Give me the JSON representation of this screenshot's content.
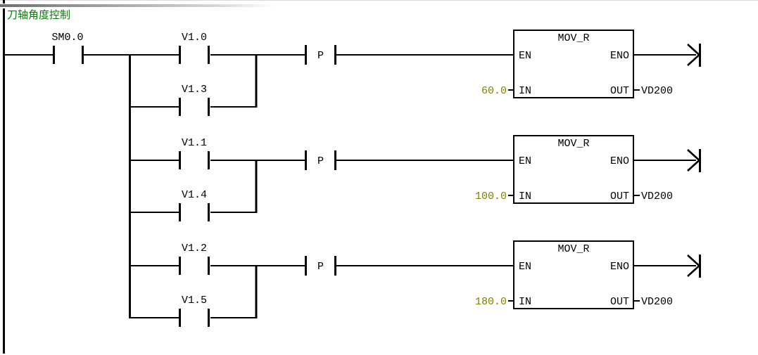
{
  "network": {
    "comment": "刀轴角度控制"
  },
  "ladder": {
    "master_contact": {
      "label": "SM0.0"
    },
    "branches": [
      {
        "top_contact": "V1.0",
        "bottom_contact": "V1.3",
        "edge_contact": "P",
        "block": {
          "title": "MOV_R",
          "en": "EN",
          "eno": "ENO",
          "in": "IN",
          "out": "OUT",
          "in_value": "60.0",
          "out_operand": "VD200"
        }
      },
      {
        "top_contact": "V1.1",
        "bottom_contact": "V1.4",
        "edge_contact": "P",
        "block": {
          "title": "MOV_R",
          "en": "EN",
          "eno": "ENO",
          "in": "IN",
          "out": "OUT",
          "in_value": "100.0",
          "out_operand": "VD200"
        }
      },
      {
        "top_contact": "V1.2",
        "bottom_contact": "V1.5",
        "edge_contact": "P",
        "block": {
          "title": "MOV_R",
          "en": "EN",
          "eno": "ENO",
          "in": "IN",
          "out": "OUT",
          "in_value": "180.0",
          "out_operand": "VD200"
        }
      }
    ]
  },
  "colors": {
    "comment_text": "#008000",
    "constant_value": "#808000",
    "diagram_line": "#000000",
    "operand_text": "#000000",
    "background": "#ffffff"
  }
}
